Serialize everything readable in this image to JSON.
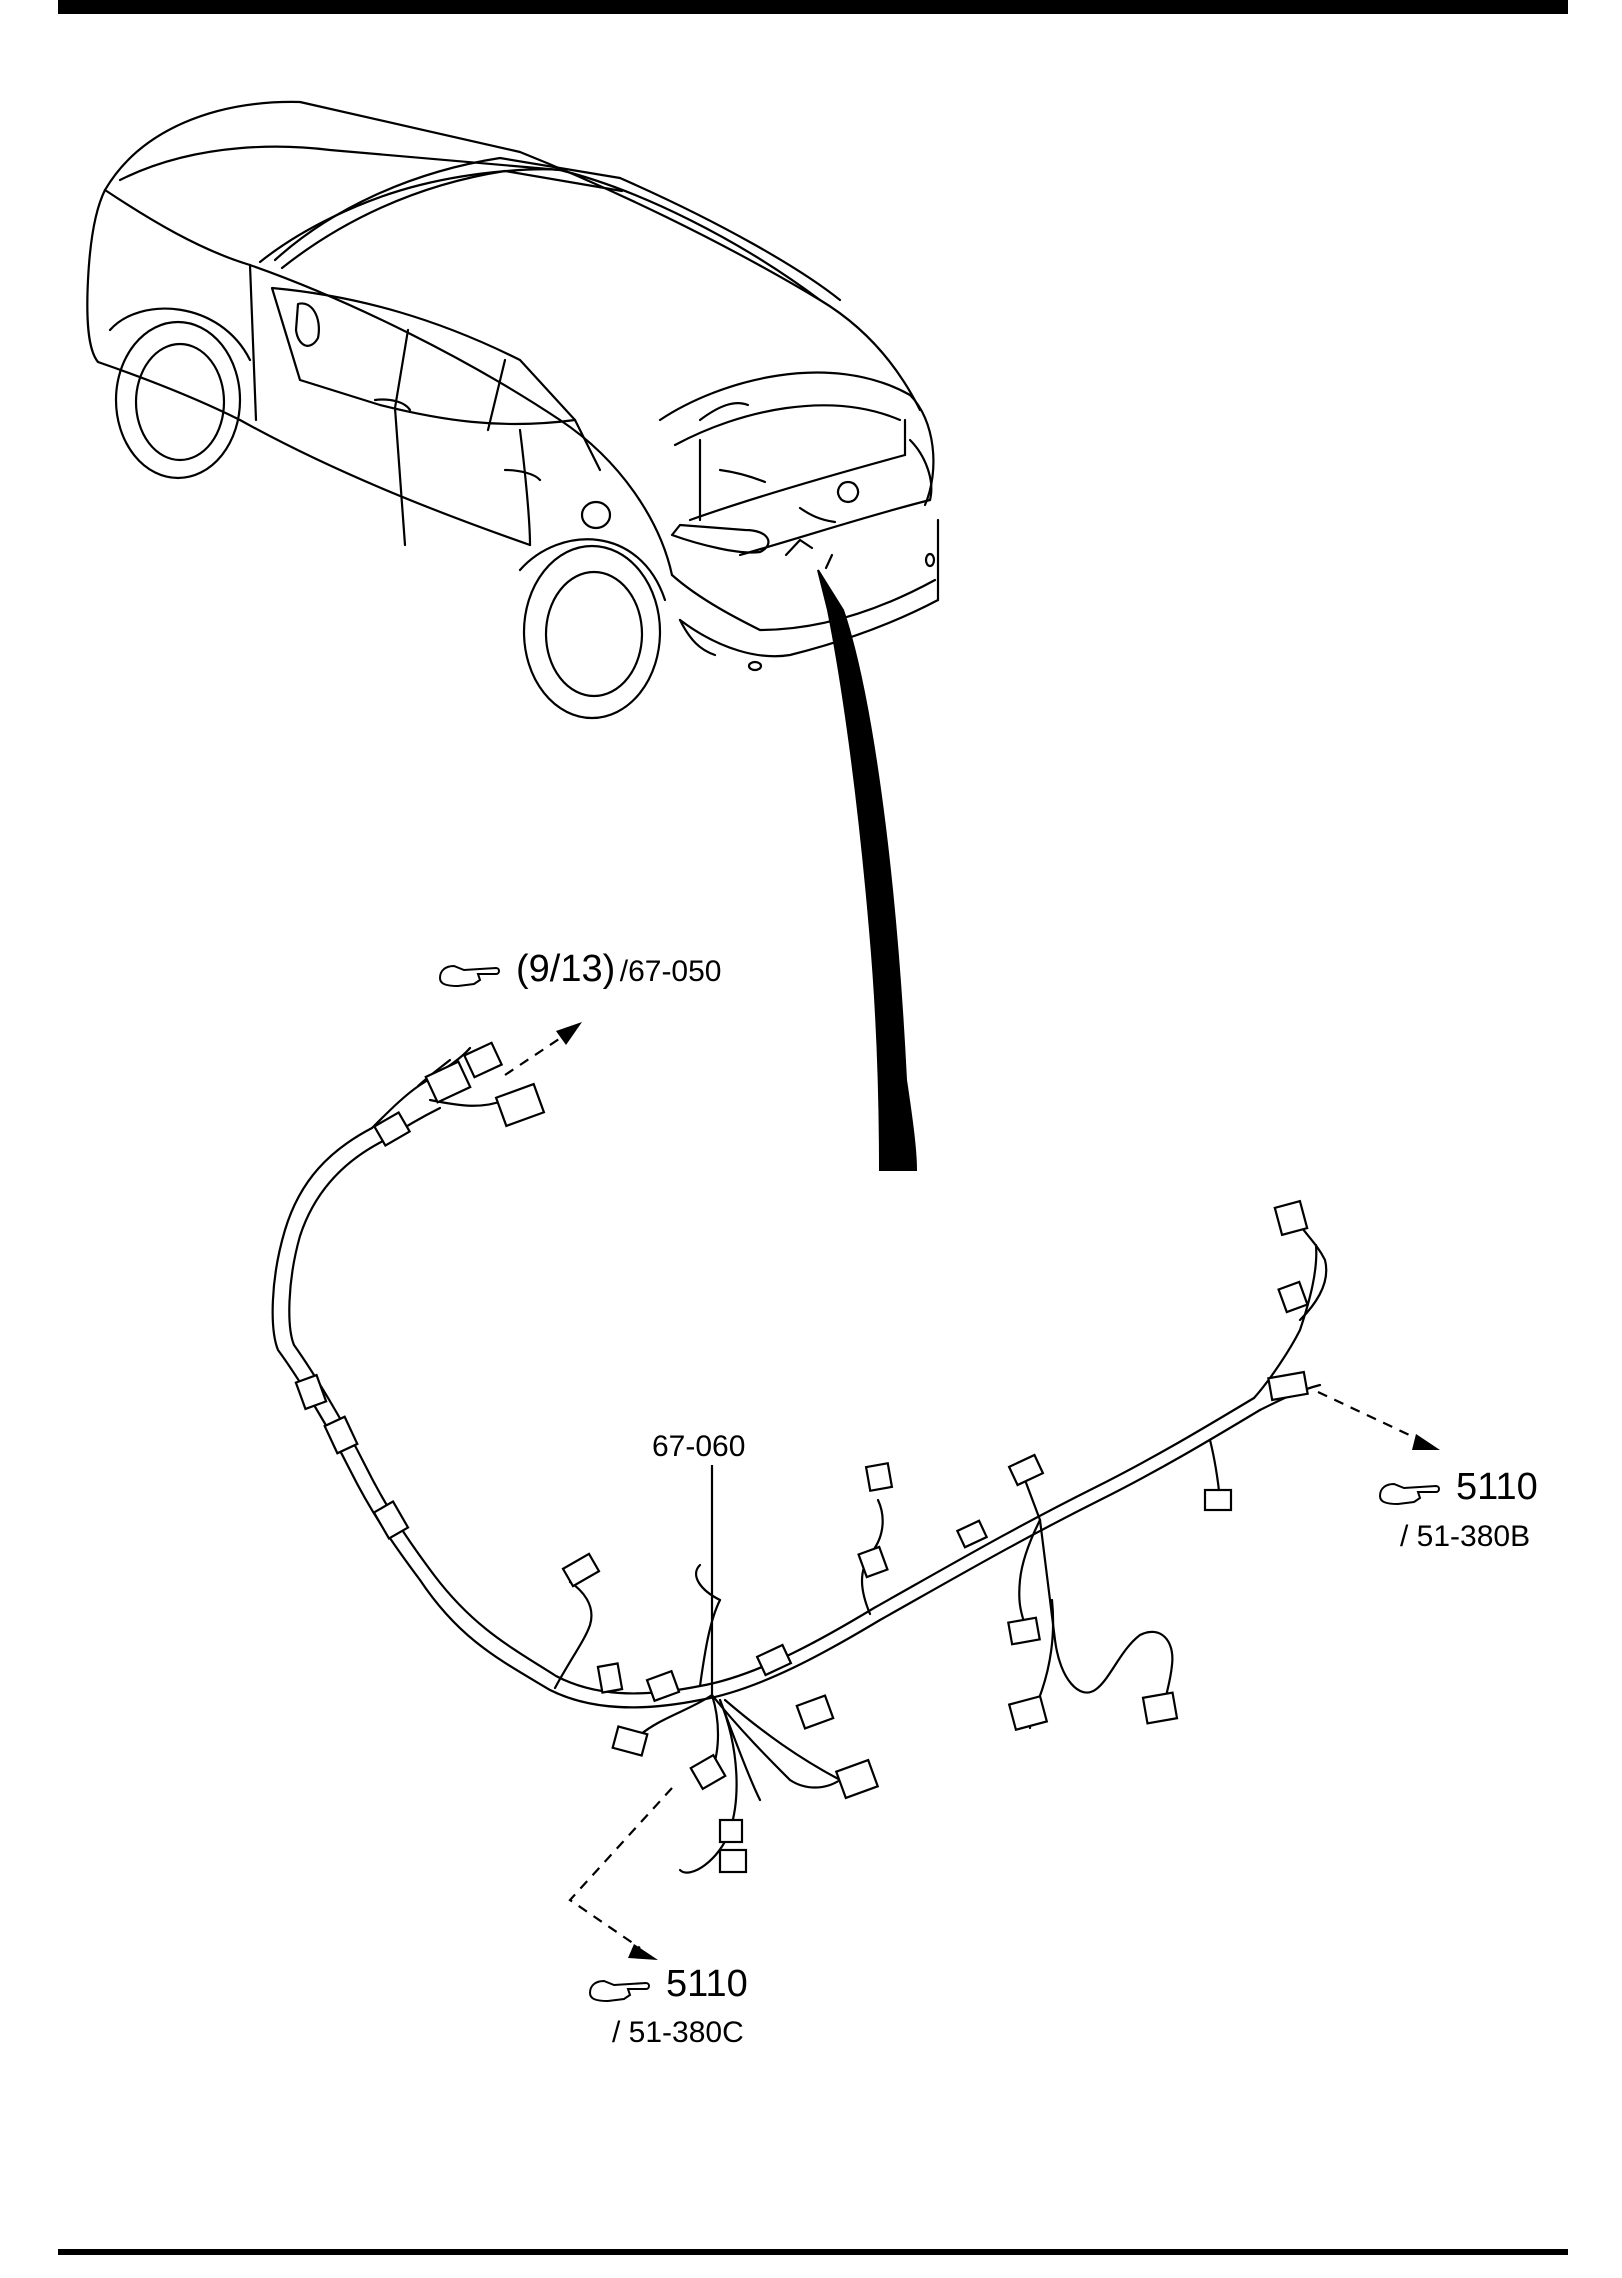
{
  "callouts": {
    "upper": {
      "main": "(9/13)",
      "sub": "/67-050",
      "icon": "pointing-hand-icon"
    },
    "part": {
      "label": "67-060"
    },
    "right": {
      "main": "5110",
      "sub": "/ 51-380B",
      "icon": "pointing-hand-icon"
    },
    "lower": {
      "main": "5110",
      "sub": "/ 51-380C",
      "icon": "pointing-hand-icon"
    }
  }
}
